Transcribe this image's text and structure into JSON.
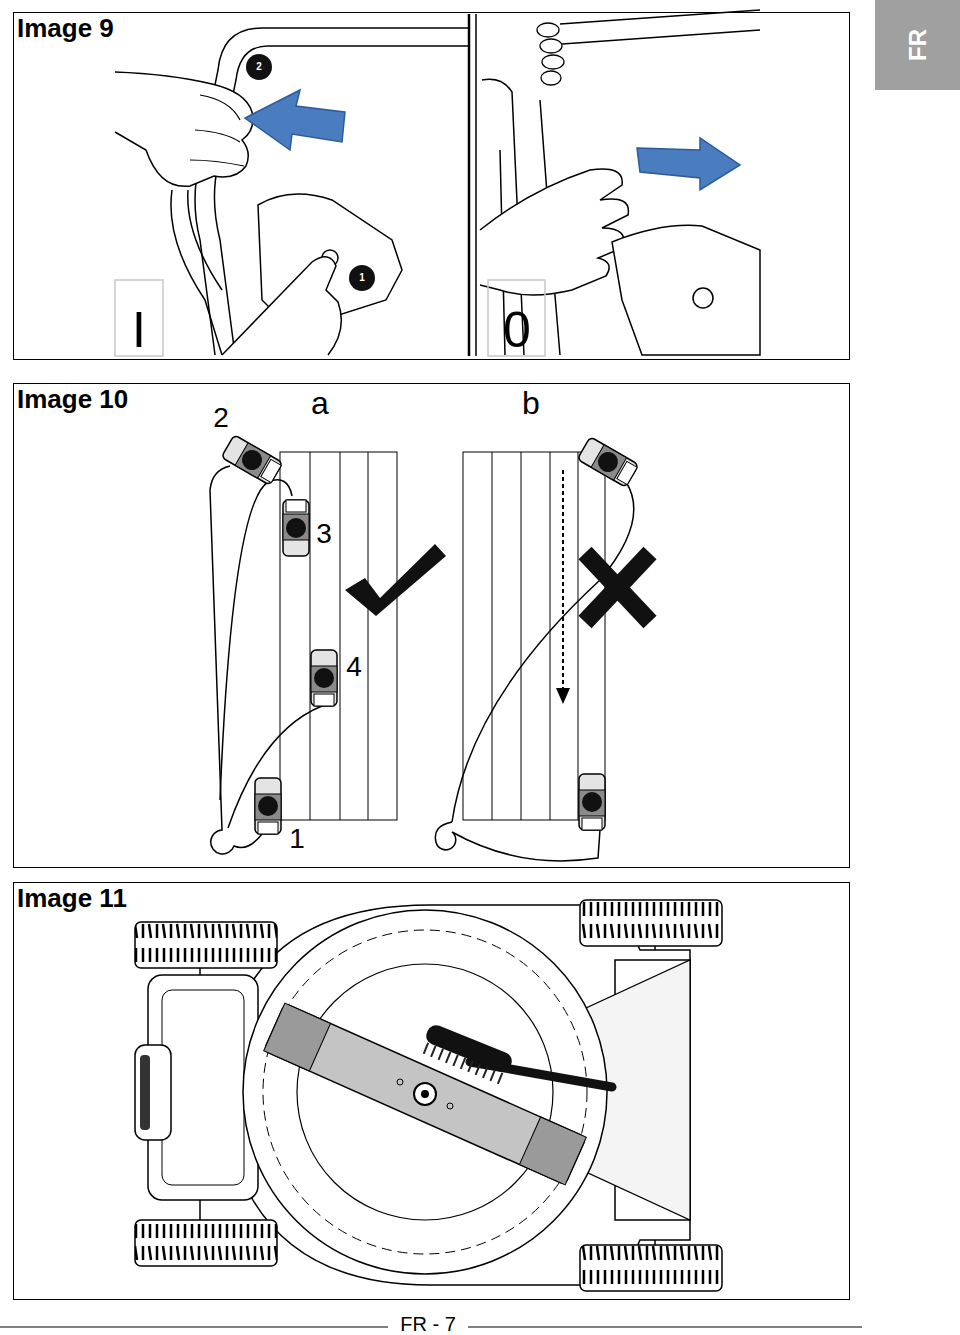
{
  "diagram": {
    "nodes": [
      {
        "text": [
          "Image 9"
        ]
      },
      {
        "text": [
          "FR"
        ]
      },
      {
        "text": [
          "Image 10"
        ]
      },
      {
        "text": [
          "Image 11"
        ]
      }
    ],
    "labels": [
      "2",
      "1",
      "I",
      "0",
      "a",
      "b",
      "2",
      "3",
      "4",
      "1",
      "FR - 7"
    ]
  }
}
